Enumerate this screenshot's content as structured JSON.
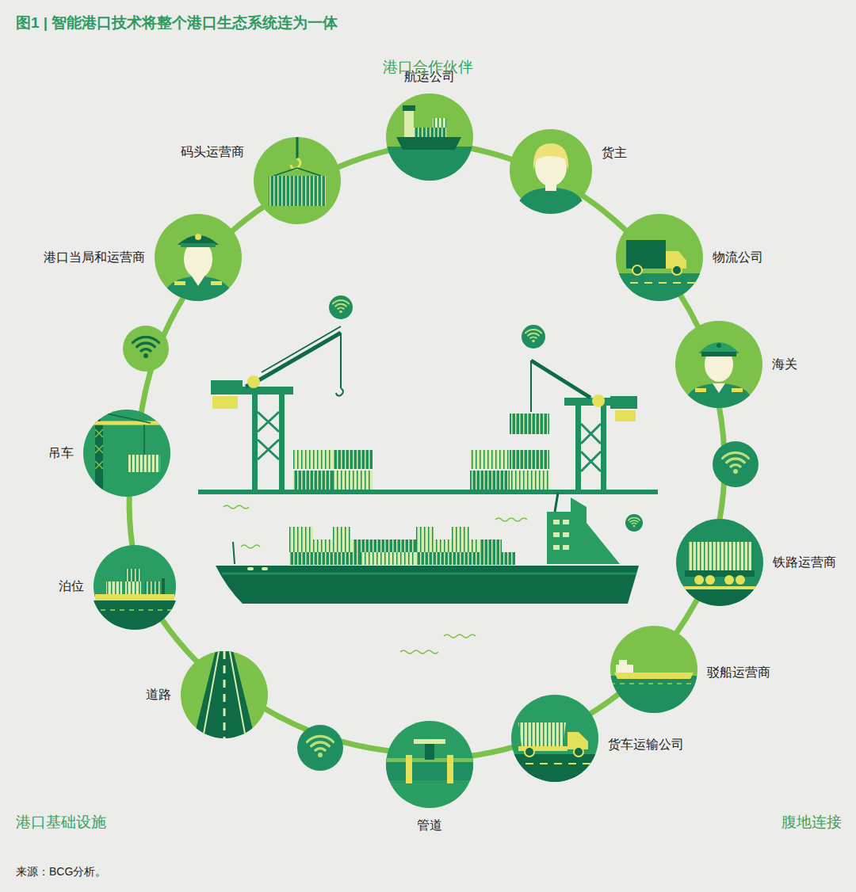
{
  "diagram": {
    "title": "图1 | 智能港口技术将整个港口生态系统连为一体",
    "caption": "来源：BCG分析。",
    "nodes": [
      {
        "text": [
          "航运公司"
        ]
      },
      {
        "text": [
          "货主"
        ]
      },
      {
        "text": [
          "物流公司"
        ]
      },
      {
        "text": [
          "海关"
        ]
      },
      {
        "text": [
          "铁路运营商"
        ]
      },
      {
        "text": [
          "驳船运营商"
        ]
      },
      {
        "text": [
          "货车运输公司"
        ]
      },
      {
        "text": [
          "管道"
        ]
      },
      {
        "text": [
          "道路"
        ]
      },
      {
        "text": [
          "泊位"
        ]
      },
      {
        "text": [
          "吊车"
        ]
      },
      {
        "text": [
          "港口当局和运营商"
        ]
      },
      {
        "text": [
          "码头运营商"
        ]
      }
    ],
    "edges": [
      {
        "from": 0,
        "to": 1,
        "arrow": "none"
      },
      {
        "from": 1,
        "to": 2,
        "arrow": "none"
      },
      {
        "from": 2,
        "to": 3,
        "arrow": "none"
      },
      {
        "from": 3,
        "to": 4,
        "arrow": "none"
      },
      {
        "from": 4,
        "to": 5,
        "arrow": "none"
      },
      {
        "from": 5,
        "to": 6,
        "arrow": "none"
      },
      {
        "from": 6,
        "to": 7,
        "arrow": "none"
      },
      {
        "from": 7,
        "to": 8,
        "arrow": "none"
      },
      {
        "from": 8,
        "to": 9,
        "arrow": "none"
      },
      {
        "from": 9,
        "to": 10,
        "arrow": "none"
      },
      {
        "from": 10,
        "to": 11,
        "arrow": "none"
      },
      {
        "from": 11,
        "to": 12,
        "arrow": "none"
      },
      {
        "from": 12,
        "to": 0,
        "arrow": "none"
      }
    ],
    "labels": [
      "港口合作伙伴",
      "港口基础设施",
      "腹地连接"
    ]
  }
}
